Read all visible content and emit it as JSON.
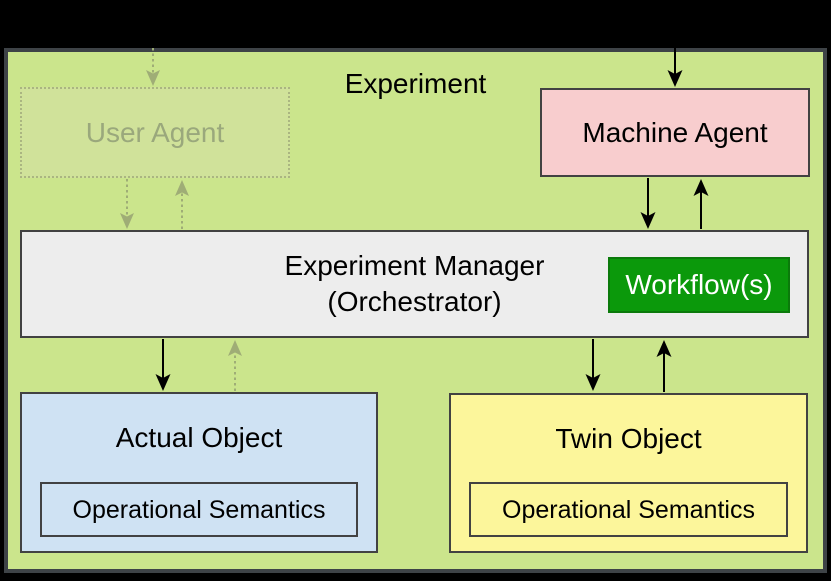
{
  "diagram": {
    "title": "Experiment",
    "nodes": {
      "user_agent": {
        "label": "User Agent",
        "state": "faded-dashed"
      },
      "machine_agent": {
        "label": "Machine Agent"
      },
      "experiment_manager": {
        "label_line1": "Experiment Manager",
        "label_line2": "(Orchestrator)"
      },
      "workflow": {
        "label": "Workflow(s)"
      },
      "actual_object": {
        "label": "Actual Object",
        "sub": {
          "label": "Operational Semantics"
        }
      },
      "twin_object": {
        "label": "Twin Object",
        "sub": {
          "label": "Operational Semantics"
        }
      }
    },
    "arrows": [
      "external-top to machine-agent (solid)",
      "machine-agent to experiment-manager (solid down)",
      "experiment-manager to machine-agent (solid up)",
      "experiment-manager to actual-object (solid down)",
      "experiment-manager to twin-object (solid down)",
      "twin-object to experiment-manager (solid up)",
      "external-top to user-agent (dotted faded)",
      "user-agent to experiment-manager (dotted faded down)",
      "experiment-manager to user-agent (dotted faded up)",
      "actual-object to experiment-manager (dotted faded up)"
    ],
    "colors": {
      "canvas_bg": "#000000",
      "diagram_bg": "#cbe58c",
      "diagram_border": "#3e4347",
      "node_border": "#424242",
      "machine_agent_fill": "#f8cdce",
      "manager_fill": "#ededed",
      "workflow_fill": "#0b990b",
      "workflow_border": "#0b7a0b",
      "workflow_text": "#ffffff",
      "actual_fill": "#cfe2f3",
      "twin_fill": "#fcf69b",
      "user_agent_fill": "#d0e29a",
      "user_agent_border": "#aab581",
      "user_agent_text": "#9aa87c",
      "arrow": "#000000",
      "faded_arrow": "#9fad76"
    }
  }
}
